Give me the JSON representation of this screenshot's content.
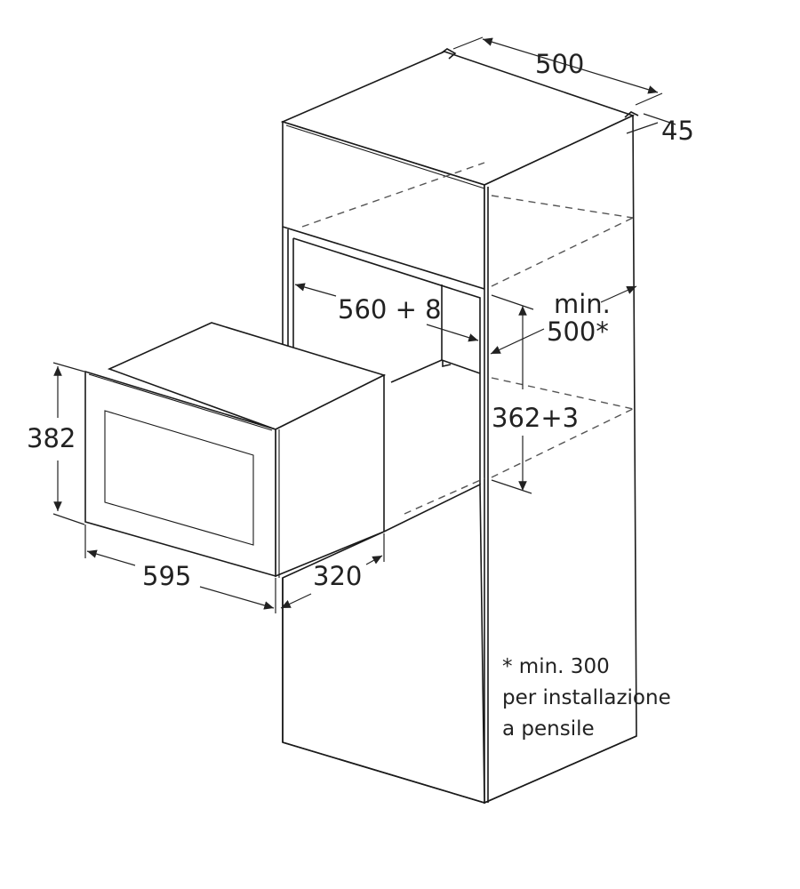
{
  "diagram": {
    "type": "installation-dimension-drawing",
    "subject": "built-in microwave oven in column cabinet",
    "units": "mm",
    "line_color": "#1a1a1a",
    "background": "#ffffff"
  },
  "dimensions": {
    "cabinet_depth": "500",
    "top_clearance": "45",
    "niche_width": "560 + 8",
    "cabinet_min_depth_label": "min.",
    "cabinet_min_depth_value": "500*",
    "niche_height": "362+3",
    "appliance_height": "382",
    "appliance_width": "595",
    "appliance_depth": "320"
  },
  "footnote": {
    "line1": "* min. 300",
    "line2": "per installazione",
    "line3": "a pensile"
  }
}
